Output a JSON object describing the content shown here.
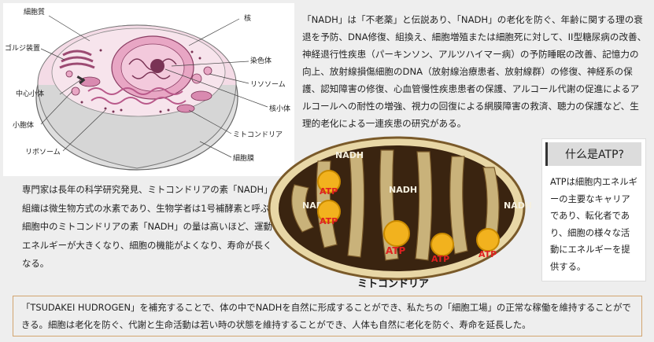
{
  "cell_diagram": {
    "labels": {
      "cytoplasm": "細胞質",
      "nucleus": "核",
      "golgi": "ゴルジ装置",
      "chromatin": "染色体",
      "centrosome": "中心小体",
      "lysosome": "リソソーム",
      "nucleolus": "核小体",
      "vesicle": "小胞体",
      "mitochondria": "ミトコンドリア",
      "ribosome": "リボソーム",
      "membrane": "細胞膜"
    }
  },
  "top_paragraph": "「NADH」は「不老薬」と伝説あり、「NADH」の老化を防ぐ、年齢に関する理の衰退を予防、DNA修復、組換え、細胞増殖または細胞死に対して、II型糖尿病の改善、神経退行性疾患（パーキンソン、アルツハイマー病）の予防睡眠の改善、記憶力の向上、放射線損傷細胞のDNA（放射線治療患者、放射線群）の修復、神経系の保護、認知障害の修復、心血管慢性疾患患者の保護、アルコール代謝の促進によるアルコールへの耐性の増強、視力の回復による網膜障害の救済、聴力の保護など、生理的老化による一連疾患の研究がある。",
  "left_paragraph": "専門家は長年の科学研究発見、ミトコンドリアの素「NADH」組織は微生物方式の水素であり、生物学者は1号補酵素と呼ぶ。細胞中のミトコンドリアの素「NADH」の量は高いほど、運動エネルギーが大きくなり、細胞の機能がよくなり、寿命が長くなる。",
  "mito_diagram": {
    "caption": "ミトコンドリア",
    "nadh_label": "NADH",
    "atp_label": "ATP"
  },
  "atp_box": {
    "title": "什么是ATP?",
    "body": "ATPは細胞内エネルギーの主要なキャリアであり、転化者であり、細胞の様々な活動にエネルギーを提供する。"
  },
  "bottom_paragraph": "「TSUDAKEI HUDROGEN」を補充することで、体の中でNADHを自然に形成することができ、私たちの「細胞工場」の正常な稼働を維持することができる。細胞は老化を防ぐ、代謝と生命活動は若い時の状態を維持することができ、人体も自然に老化を防ぐ、寿命を延長した。",
  "colors": {
    "cell_pink": "#e8a6c4",
    "cell_membrane": "#dcdcdc",
    "mito_outer": "#7a5a2a",
    "mito_inner": "#3a2410",
    "atp_yellow": "#f2b21e",
    "atp_text": "#e02020",
    "box_border": "#d2a46e"
  }
}
